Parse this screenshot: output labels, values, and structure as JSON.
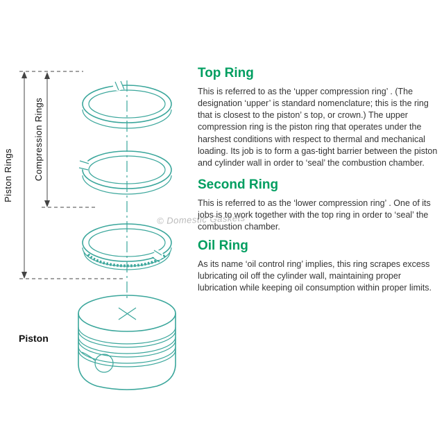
{
  "watermark": "© Domestic Gaskets",
  "colors": {
    "line": "#3aa69b",
    "heading": "#009e60",
    "text": "#333333"
  },
  "diagram": {
    "piston_rings_label": "Piston Rings",
    "compression_rings_label": "Compression Rings",
    "piston_label": "Piston"
  },
  "sections": [
    {
      "heading": "Top Ring",
      "body": "This is referred to as the ‘upper compression ring’ . (The designation ‘upper’ is standard nomenclature; this is the ring that is closest to the piston’ s top, or crown.) The upper compression ring is the piston ring that operates under the harshest  conditions with respect to thermal and mechanical loading. Its job is to form a gas-tight barrier between the piston and cylinder wall in order to ‘seal’ the combustion chamber."
    },
    {
      "heading": "Second Ring",
      "body": "This is referred to as the ‘lower compression ring’ . One of its jobs is to work together with the top ring in order to ‘seal’ the combustion chamber."
    },
    {
      "heading": "Oil Ring",
      "body": "As its name ‘oil control ring’ implies, this ring scrapes excess lubricating oil off the cylinder wall, maintaining proper lubrication while keeping oil consumption within proper limits."
    }
  ]
}
